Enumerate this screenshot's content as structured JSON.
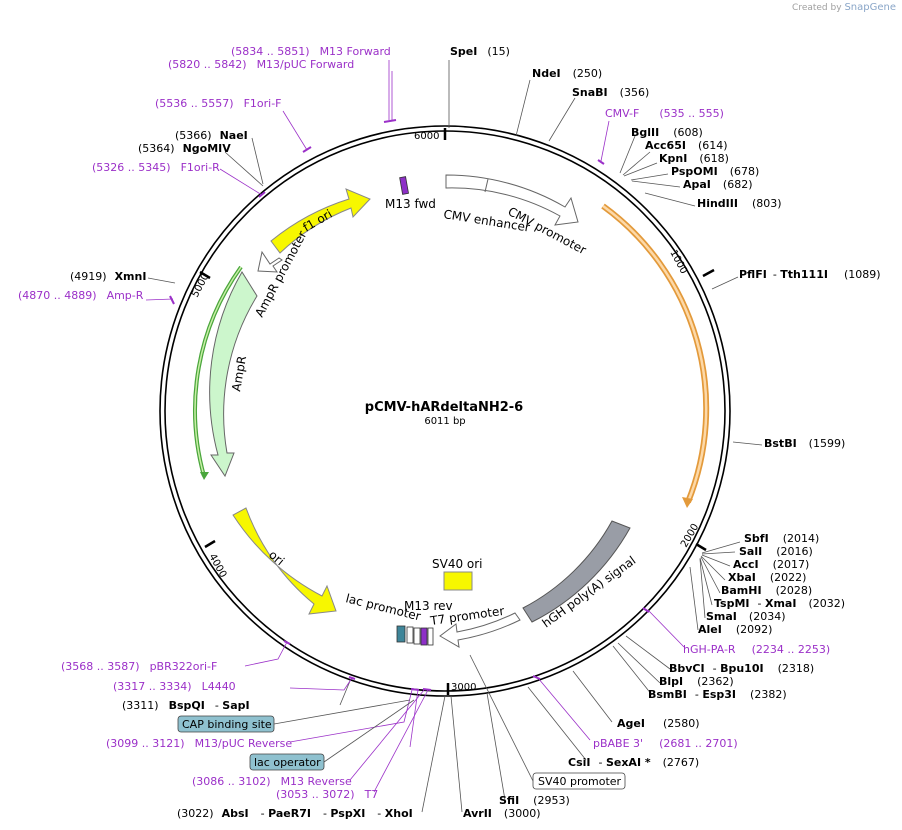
{
  "credit": {
    "prefix": "Created by",
    "brand": "SnapGene"
  },
  "plasmid": {
    "name": "pCMV-hARdeltaNH2-6",
    "length": "6011 bp"
  },
  "ticks": [
    "1000",
    "2000",
    "3000",
    "4000",
    "5000",
    "6000"
  ],
  "features": {
    "cmv_enhancer": "CMV enhancer",
    "cmv_promoter": "CMV promoter",
    "m13_fwd": "M13 fwd",
    "f1_ori": "f1 ori",
    "ampr_promoter": "AmpR promoter",
    "ampr": "AmpR",
    "ori": "ori",
    "sv40_ori": "SV40 ori",
    "lac_promoter": "lac promoter",
    "m13_rev": "M13 rev",
    "t7_promoter": "T7 promoter",
    "hgh_polya": "hGH poly(A) signal",
    "cap_binding_site": "CAP binding site",
    "lac_operator": "lac operator",
    "sv40_promoter": "SV40 promoter"
  },
  "sites": {
    "spei": {
      "name": "SpeI",
      "pos": "(15)"
    },
    "ndei": {
      "name": "NdeI",
      "pos": "(250)"
    },
    "snabi": {
      "name": "SnaBI",
      "pos": "(356)"
    },
    "bglii": {
      "name": "BglII",
      "pos": "(608)"
    },
    "acc65i": {
      "name": "Acc65I",
      "pos": "(614)"
    },
    "kpni": {
      "name": "KpnI",
      "pos": "(618)"
    },
    "pspomi": {
      "name": "PspOMI",
      "pos": "(678)"
    },
    "apai": {
      "name": "ApaI",
      "pos": "(682)"
    },
    "hindiii": {
      "name": "HindIII",
      "pos": "(803)"
    },
    "pflfi": {
      "name": "PflFI",
      "extra": "Tth111I",
      "pos": "(1089)"
    },
    "bstbi": {
      "name": "BstBI",
      "pos": "(1599)"
    },
    "sbfi": {
      "name": "SbfI",
      "pos": "(2014)"
    },
    "sali": {
      "name": "SalI",
      "pos": "(2016)"
    },
    "acci": {
      "name": "AccI",
      "pos": "(2017)"
    },
    "xbai": {
      "name": "XbaI",
      "pos": "(2022)"
    },
    "bamhi": {
      "name": "BamHI",
      "pos": "(2028)"
    },
    "tspmi": {
      "name": "TspMI",
      "extra": "XmaI",
      "pos": "(2032)"
    },
    "smai": {
      "name": "SmaI",
      "pos": "(2034)"
    },
    "alei": {
      "name": "AleI",
      "pos": "(2092)"
    },
    "bbvci": {
      "name": "BbvCI",
      "extra": "Bpu10I",
      "pos": "(2318)"
    },
    "blpi": {
      "name": "BlpI",
      "pos": "(2362)"
    },
    "bsmbi": {
      "name": "BsmBI",
      "extra": "Esp3I",
      "pos": "(2382)"
    },
    "agei": {
      "name": "AgeI",
      "pos": "(2580)"
    },
    "csii": {
      "name": "CsiI",
      "extra": "SexAI *",
      "pos": "(2767)"
    },
    "sfii": {
      "name": "SfiI",
      "pos": "(2953)"
    },
    "avrii": {
      "name": "AvrII",
      "pos": "(3000)"
    },
    "absi": {
      "pos": "(3022)",
      "name": "AbsI",
      "extra": "PaeR7I",
      "extra2": "PspXI",
      "extra3": "XhoI"
    },
    "bspqi": {
      "pos": "(3311)",
      "name": "BspQI",
      "extra": "SapI"
    },
    "xmni": {
      "pos": "(4919)",
      "name": "XmnI"
    },
    "ngomiv": {
      "pos": "(5364)",
      "name": "NgoMIV"
    },
    "naei": {
      "pos": "(5366)",
      "name": "NaeI"
    }
  },
  "primers": {
    "m13_forward": {
      "range": "(5834 .. 5851)",
      "name": "M13 Forward"
    },
    "m13_puc_forward": {
      "range": "(5820 .. 5842)",
      "name": "M13/pUC Forward"
    },
    "f1ori_f": {
      "range": "(5536 .. 5557)",
      "name": "F1ori-F"
    },
    "f1ori_r": {
      "range": "(5326 .. 5345)",
      "name": "F1ori-R"
    },
    "cmv_f": {
      "name": "CMV-F",
      "range": "(535 .. 555)"
    },
    "amp_r": {
      "range": "(4870 .. 4889)",
      "name": "Amp-R"
    },
    "hgh_pa_r": {
      "name": "hGH-PA-R",
      "range": "(2234 .. 2253)"
    },
    "pbabe3": {
      "name": "pBABE 3'",
      "range": "(2681 .. 2701)"
    },
    "pbr322ori_f": {
      "range": "(3568 .. 3587)",
      "name": "pBR322ori-F"
    },
    "l4440": {
      "range": "(3317 .. 3334)",
      "name": "L4440"
    },
    "m13_puc_reverse": {
      "range": "(3099 .. 3121)",
      "name": "M13/pUC Reverse"
    },
    "m13_reverse": {
      "range": "(3086 .. 3102)",
      "name": "M13 Reverse"
    },
    "t7": {
      "range": "(3053 .. 3072)",
      "name": "T7"
    }
  },
  "colors": {
    "primer": "#9b30c8",
    "yellow": "#f7f700",
    "ampr_fill": "#ccf6cc",
    "polya_fill": "#999da6",
    "orange": "#f0a040",
    "regulatory": "#7fb6c4"
  }
}
